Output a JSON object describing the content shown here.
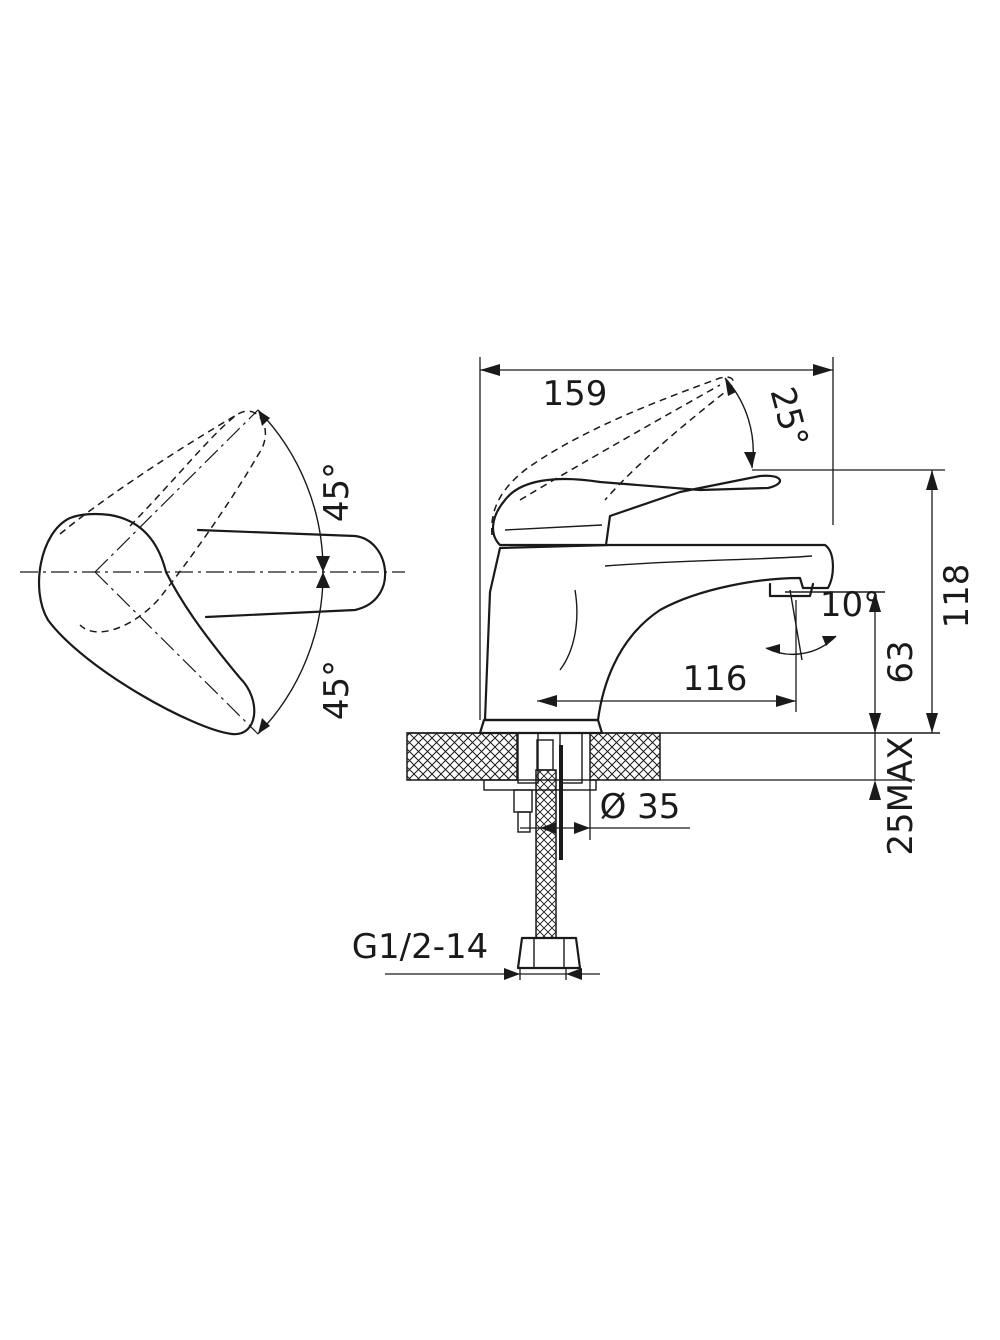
{
  "top_view": {
    "angle_upper": "45°",
    "angle_lower": "45°"
  },
  "side_view": {
    "width_overall": "159",
    "lever_tilt": "25°",
    "height_overall": "118",
    "spout_angle": "10°",
    "spout_height": "63",
    "spout_reach": "116",
    "counter_thickness": "25MAX",
    "hole_diameter": "Ø 35",
    "connection_thread": "G1/2-14"
  }
}
